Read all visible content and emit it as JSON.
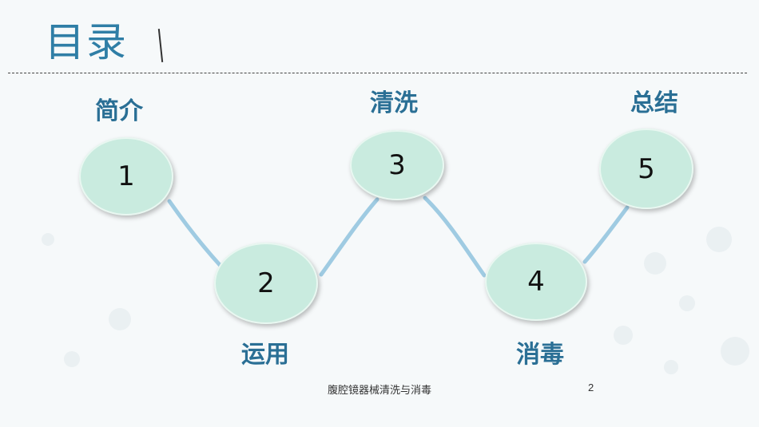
{
  "title": "目录",
  "steps": [
    {
      "number": "1",
      "label": "简介"
    },
    {
      "number": "2",
      "label": "运用"
    },
    {
      "number": "3",
      "label": "清洗"
    },
    {
      "number": "4",
      "label": "消毒"
    },
    {
      "number": "5",
      "label": "总结"
    }
  ],
  "footer": {
    "text": "腹腔镜器械清洗与消毒",
    "page_number": "2"
  },
  "colors": {
    "title": "#2f7ea6",
    "label": "#2a6f95",
    "node_fill": "#c9ebdf",
    "connector": "#9fcbe2"
  }
}
